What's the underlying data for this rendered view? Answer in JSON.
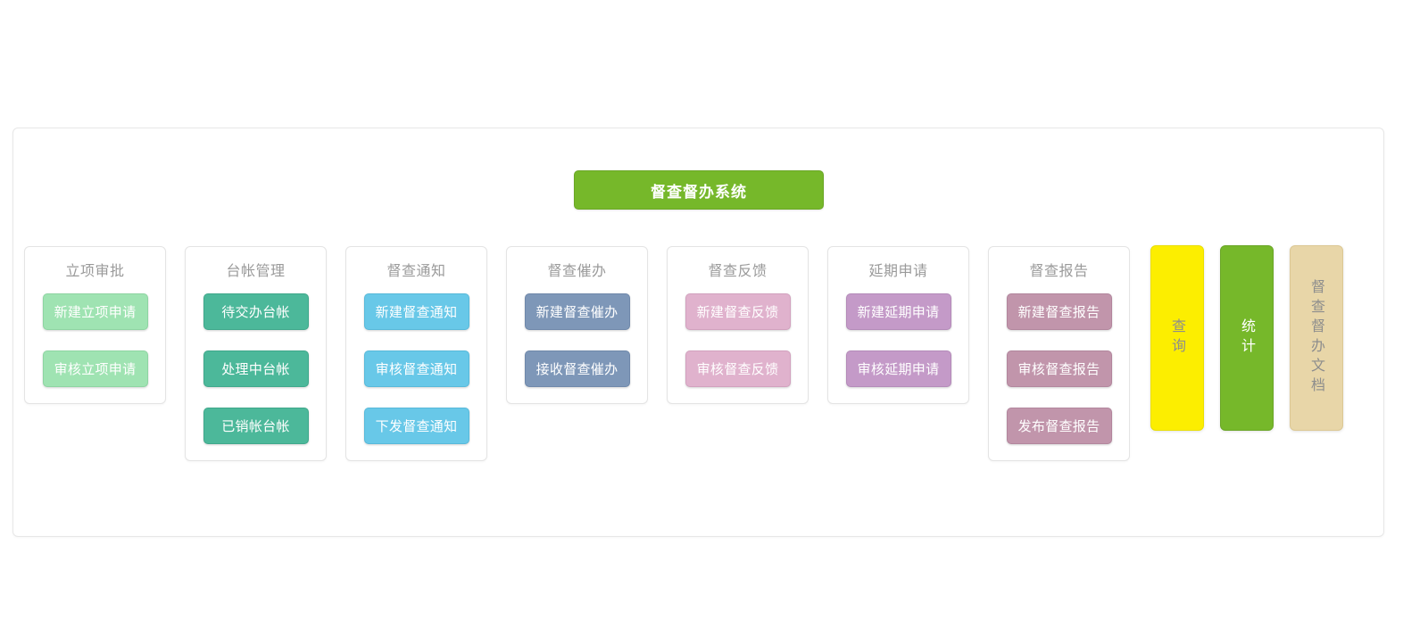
{
  "header": {
    "system_title": "督查督办系统",
    "title_bg": "#76b82a",
    "title_color": "#ffffff"
  },
  "modules": [
    {
      "title": "立项审批",
      "palette": "pal-lightgreen",
      "color": "#9fe3b2",
      "buttons": [
        "新建立项申请",
        "审核立项申请"
      ]
    },
    {
      "title": "台帐管理",
      "palette": "pal-teal",
      "color": "#4cb89a",
      "buttons": [
        "待交办台帐",
        "处理中台帐",
        "已销帐台帐"
      ]
    },
    {
      "title": "督查通知",
      "palette": "pal-skyblue",
      "color": "#68c8e8",
      "buttons": [
        "新建督查通知",
        "审核督查通知",
        "下发督查通知"
      ]
    },
    {
      "title": "督查催办",
      "palette": "pal-slate",
      "color": "#7e97b8",
      "buttons": [
        "新建督查催办",
        "接收督查催办"
      ]
    },
    {
      "title": "督查反馈",
      "palette": "pal-pink",
      "color": "#e0b2cd",
      "buttons": [
        "新建督查反馈",
        "审核督查反馈"
      ]
    },
    {
      "title": "延期申请",
      "palette": "pal-purple",
      "color": "#c49ac8",
      "buttons": [
        "新建延期申请",
        "审核延期申请"
      ]
    },
    {
      "title": "督查报告",
      "palette": "pal-mauve",
      "color": "#c195ab",
      "buttons": [
        "新建督查报告",
        "审核督查报告",
        "发布督查报告"
      ]
    }
  ],
  "side_panels": [
    {
      "label": "查询",
      "style": "panel-yellow",
      "color": "#fcee00",
      "text_color": "#8d8d8d"
    },
    {
      "label": "统计",
      "style": "panel-green",
      "color": "#76b82a",
      "text_color": "#ffffff"
    },
    {
      "label": "督查督办文档",
      "style": "panel-tan",
      "color": "#e8d6a8",
      "text_color": "#8d8d8d"
    }
  ]
}
